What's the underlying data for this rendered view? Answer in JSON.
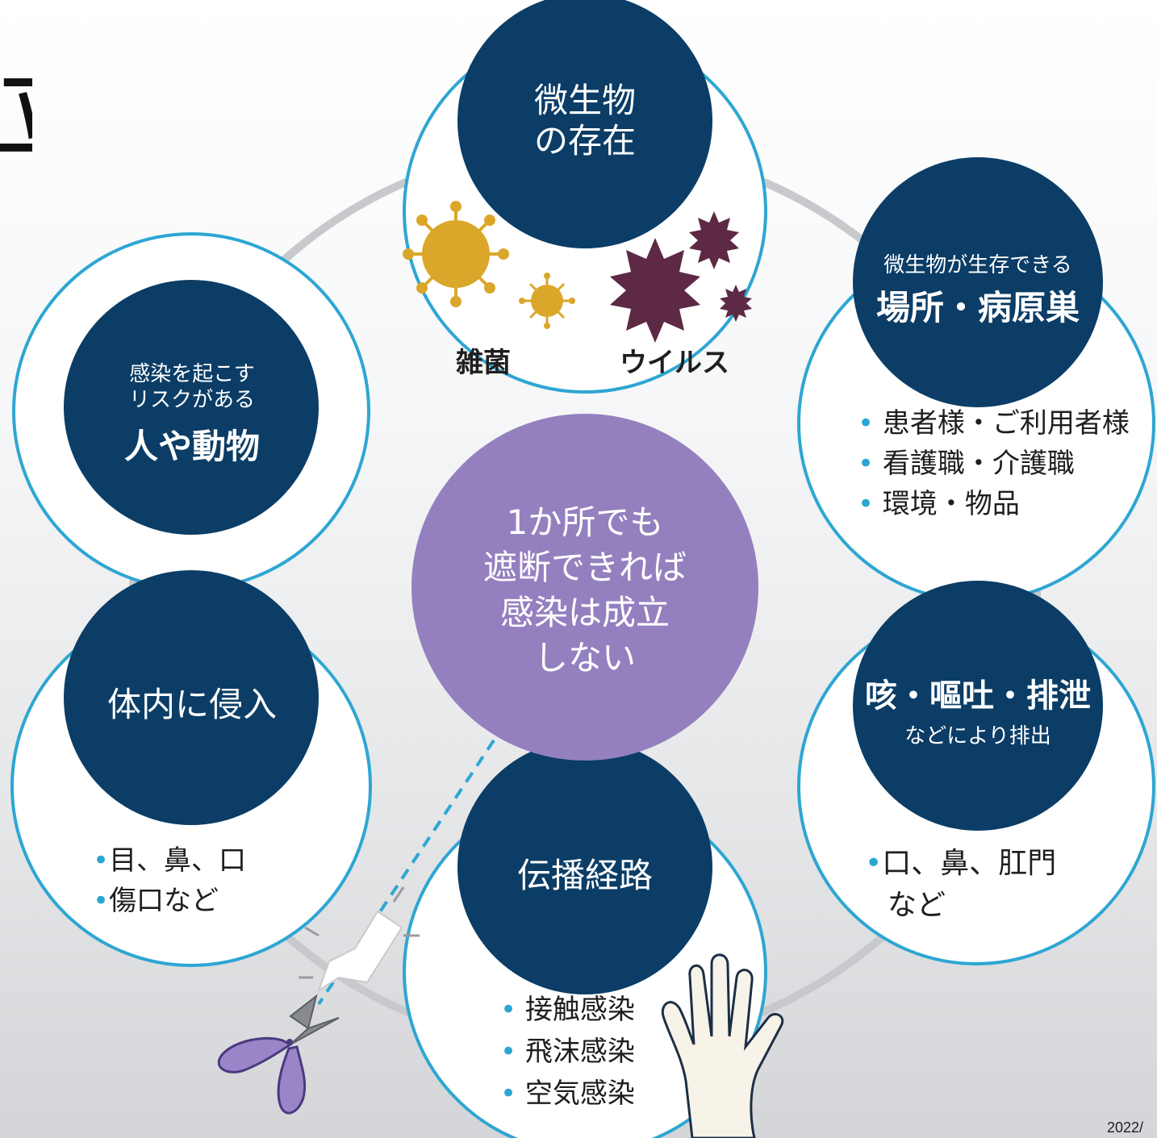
{
  "title_fragment": "立",
  "center": {
    "lines": [
      "1か所でも",
      "遮断できれば",
      "感染は成立",
      "しない"
    ]
  },
  "nodes": {
    "microbe": {
      "title_lines": [
        "微生物",
        "の存在"
      ],
      "labels": [
        "雑菌",
        "ウイルス"
      ]
    },
    "reservoir": {
      "title_small": "微生物が生存できる",
      "title_large": "場所・病原巣",
      "items": [
        "患者様・ご利用者様",
        "看護職・介護職",
        "環境・物品"
      ]
    },
    "exit": {
      "title_large": "咳・嘔吐・排泄",
      "title_small": "などにより排出",
      "items": [
        "口、鼻、肛門",
        "など"
      ]
    },
    "route": {
      "title": "伝播経路",
      "items": [
        "接触感染",
        "飛沫感染",
        "空気感染"
      ]
    },
    "entry": {
      "title": "体内に侵入",
      "items": [
        "目、鼻、口",
        "傷口など"
      ]
    },
    "host": {
      "title_small_lines": [
        "感染を起こす",
        "リスクがある"
      ],
      "title_large": "人や動物"
    }
  },
  "footer": {
    "date": "2022/"
  },
  "colors": {
    "navy": "#0b3d66",
    "ring": "#2ea6d3",
    "purple": "#9480bf",
    "virus": "#5d2944",
    "bacteria": "#dba72a"
  },
  "icons": [
    "bacteria-icon",
    "virus-icon",
    "scissors-icon",
    "hand-icon"
  ]
}
